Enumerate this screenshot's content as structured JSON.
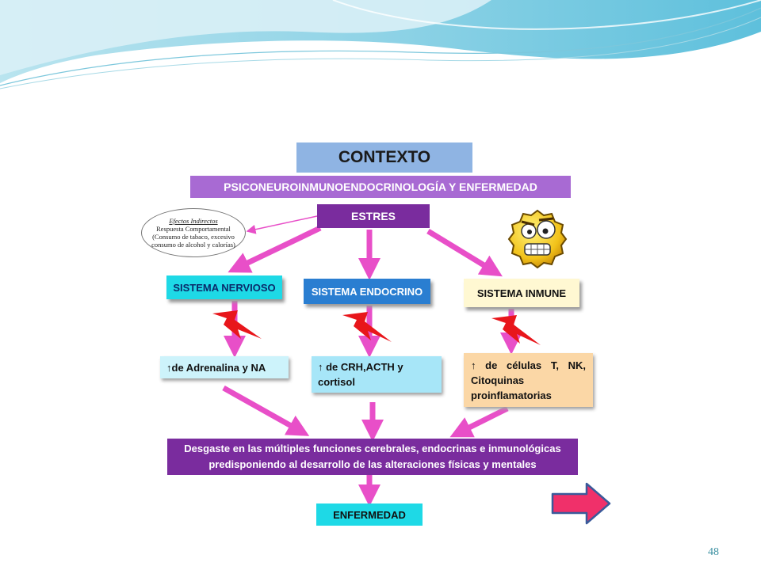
{
  "slide": {
    "page_number": "48"
  },
  "diagram": {
    "contexto": "CONTEXTO",
    "psiconeuro": "PSICONEUROINMUNOENDOCRINOLOGÍA Y ENFERMEDAD",
    "estres": "ESTRES",
    "efectos": {
      "title": "Efectos Indirectos",
      "line1": "Respuesta Comportamental",
      "line2": "(Consumo de tabaco, excesivo",
      "line3": "consumo de alcohol y calorías)"
    },
    "sistema_nervioso": "SISTEMA NERVIOSO",
    "sistema_endocrino": "SISTEMA ENDOCRINO",
    "sistema_inmune": "SISTEMA INMUNE",
    "adrenalina": "↑de Adrenalina y NA",
    "crh": "↑ de CRH,ACTH y cortisol",
    "celulas": "↑ de células T, NK, Citoquinas proinflamatorias",
    "desgaste_line1": "Desgaste en las múltiples funciones cerebrales, endocrinas e inmunológicas",
    "desgaste_line2": "predisponiendo al desarrollo de las alteraciones físicas y mentales",
    "enfermedad": "ENFERMEDAD"
  },
  "icons": [
    "lightning-icon",
    "stressed-face-icon",
    "next-arrow-icon"
  ],
  "colors": {
    "arrow": "#e84fc8",
    "lightning": "#e8161b",
    "purple_dark": "#7a2c9e",
    "purple_light": "#a86ad3",
    "cyan": "#1ed9e6",
    "blue": "#2a7ed1",
    "nav_arrow": "#f0306a",
    "page_number": "#3a8fa0"
  }
}
